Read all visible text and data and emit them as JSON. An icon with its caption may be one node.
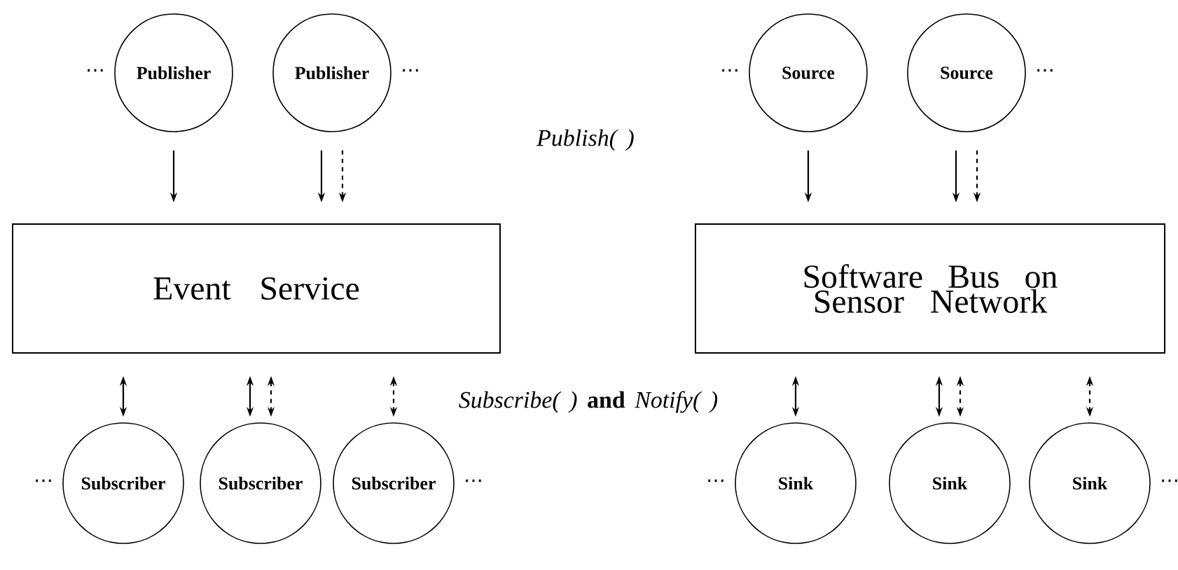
{
  "diagram": {
    "nodes": [
      {
        "text": [
          "Publisher"
        ],
        "beside": [
          "⋯"
        ]
      },
      {
        "text": [
          "Publisher"
        ],
        "beside": [
          "⋯"
        ]
      },
      {
        "text": [
          "Event Service"
        ]
      },
      {
        "text": [
          "Source"
        ],
        "beside": [
          "⋯"
        ]
      },
      {
        "text": [
          "Source"
        ],
        "beside": [
          "⋯"
        ]
      },
      {
        "text": [
          "Software Bus on Sensor Network"
        ]
      },
      {
        "text": [
          "Subscriber"
        ],
        "beside": [
          "⋯"
        ]
      },
      {
        "text": [
          "Subscriber"
        ]
      },
      {
        "text": [
          "Subscriber"
        ],
        "beside": [
          "⋯"
        ]
      },
      {
        "text": [
          "Sink"
        ],
        "beside": [
          "⋯"
        ]
      },
      {
        "text": [
          "Sink"
        ]
      },
      {
        "text": [
          "Sink"
        ],
        "beside": [
          "⋯"
        ]
      }
    ],
    "edges": [
      {
        "from": 0,
        "to": 2,
        "arrow": "to"
      },
      {
        "from": 1,
        "to": 2,
        "arrow": "to"
      },
      {
        "from": 1,
        "to": 2,
        "arrow": "to",
        "style": "dashed"
      },
      {
        "from": 3,
        "to": 5,
        "arrow": "to"
      },
      {
        "from": 4,
        "to": 5,
        "arrow": "to"
      },
      {
        "from": 4,
        "to": 5,
        "arrow": "to",
        "style": "dashed"
      },
      {
        "from": 2,
        "to": 6,
        "arrow": "both"
      },
      {
        "from": 2,
        "to": 7,
        "arrow": "both"
      },
      {
        "from": 2,
        "to": 7,
        "arrow": "both",
        "style": "dashed"
      },
      {
        "from": 2,
        "to": 8,
        "arrow": "both",
        "style": "dashed"
      },
      {
        "from": 5,
        "to": 9,
        "arrow": "both"
      },
      {
        "from": 5,
        "to": 10,
        "arrow": "both"
      },
      {
        "from": 5,
        "to": 10,
        "arrow": "both",
        "style": "dashed"
      },
      {
        "from": 5,
        "to": 11,
        "arrow": "both",
        "style": "dashed"
      }
    ],
    "labels": [
      "*Publish( )*",
      "*Subscribe( )* **and** *Notify( )*"
    ]
  }
}
